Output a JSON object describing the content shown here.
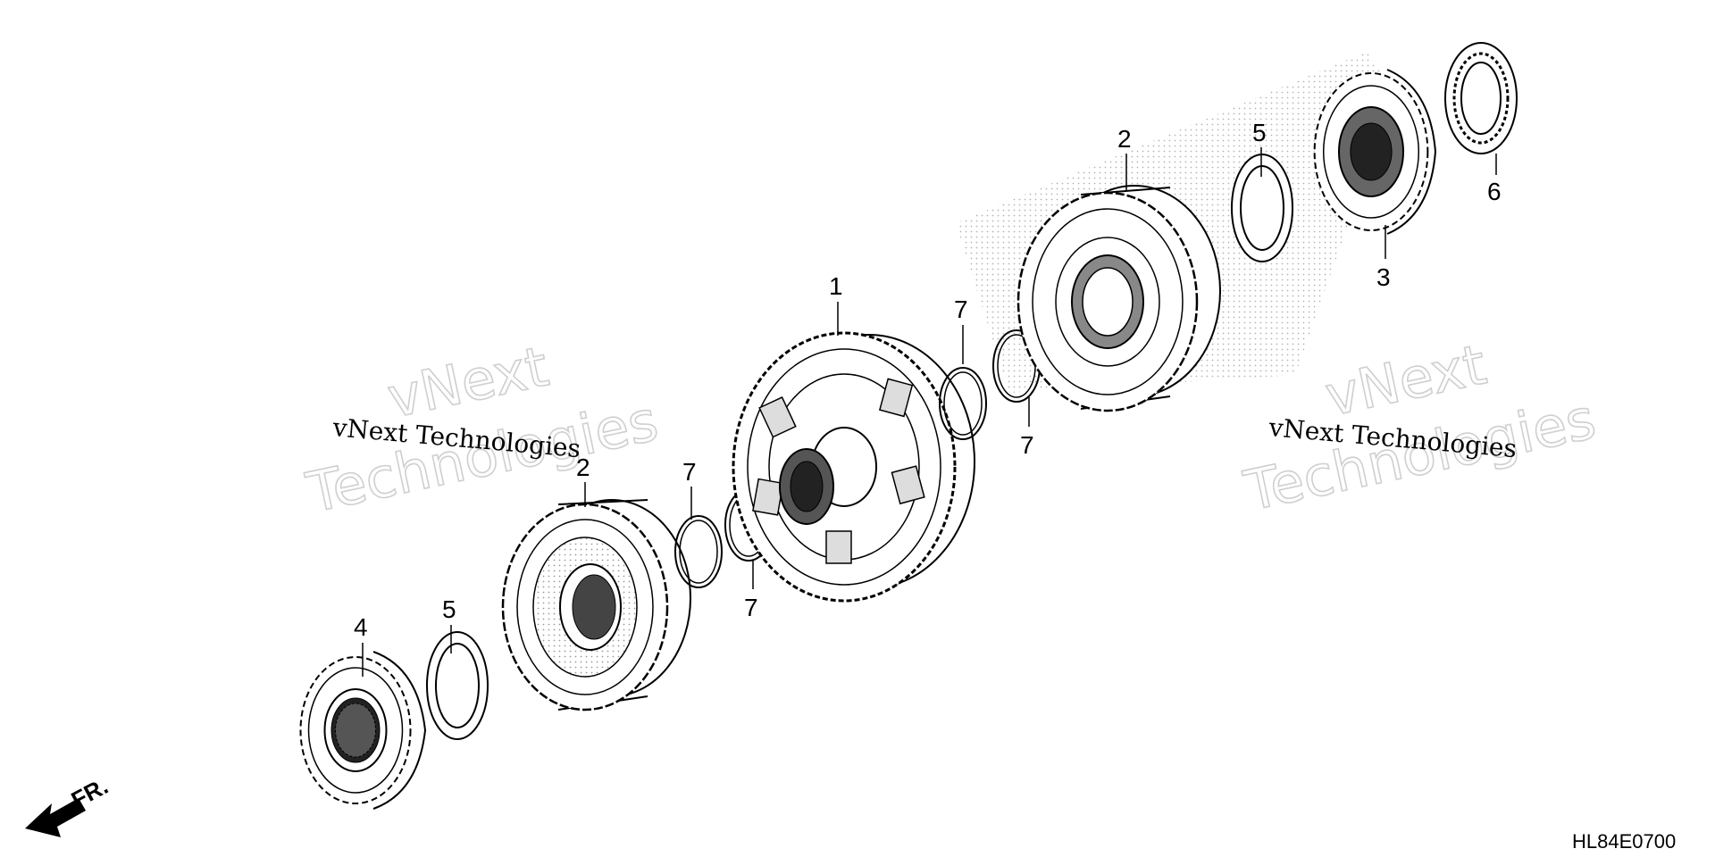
{
  "diagram": {
    "drawing_code": "HL84E0700",
    "front_indicator": "FR.",
    "callouts": {
      "c1": "1",
      "c2a": "2",
      "c2b": "2",
      "c3": "3",
      "c4": "4",
      "c5a": "5",
      "c5b": "5",
      "c6": "6",
      "c7a": "7",
      "c7b": "7",
      "c7c": "7",
      "c7d": "7"
    },
    "watermark": {
      "line1": "vNext Technologies",
      "big_top": "vNext",
      "big_bottom": "Technologies"
    }
  }
}
